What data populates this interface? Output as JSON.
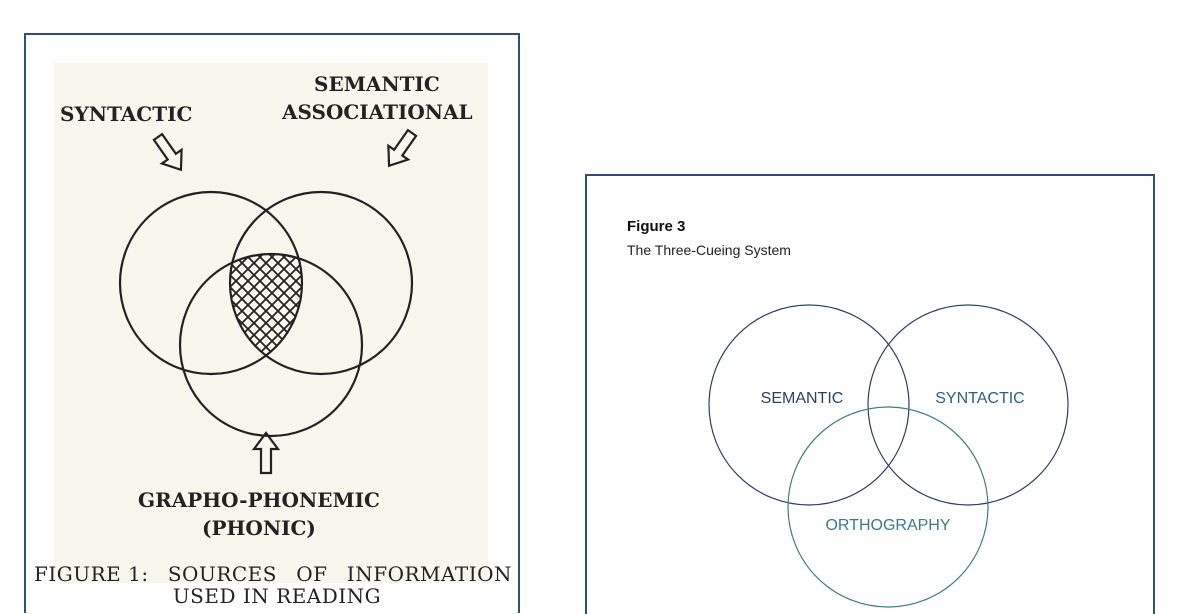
{
  "left_figure": {
    "labels": {
      "syntactic": "SYNTACTIC",
      "semantic_line1": "SEMANTIC",
      "semantic_line2": "ASSOCIATIONAL",
      "grapho_line1": "GRAPHO-PHONEMIC",
      "grapho_line2": "(PHONIC)"
    },
    "caption": {
      "figure_label": "FIGURE 1:",
      "words": [
        "SOURCES",
        "OF",
        "INFORMATION"
      ],
      "line2": "USED IN READING"
    }
  },
  "right_figure": {
    "title": "Figure 3",
    "subtitle": "The Three-Cueing System",
    "labels": {
      "semantic": "SEMANTIC",
      "syntactic": "SYNTACTIC",
      "orthography": "ORTHOGRAPHY"
    },
    "colors": {
      "dark_circle": "#2b3f66",
      "light_circle": "#3d7a87",
      "semantic_text": "#2b3f66",
      "syntactic_text": "#2f5f80",
      "orthography_text": "#3d7a87"
    }
  }
}
